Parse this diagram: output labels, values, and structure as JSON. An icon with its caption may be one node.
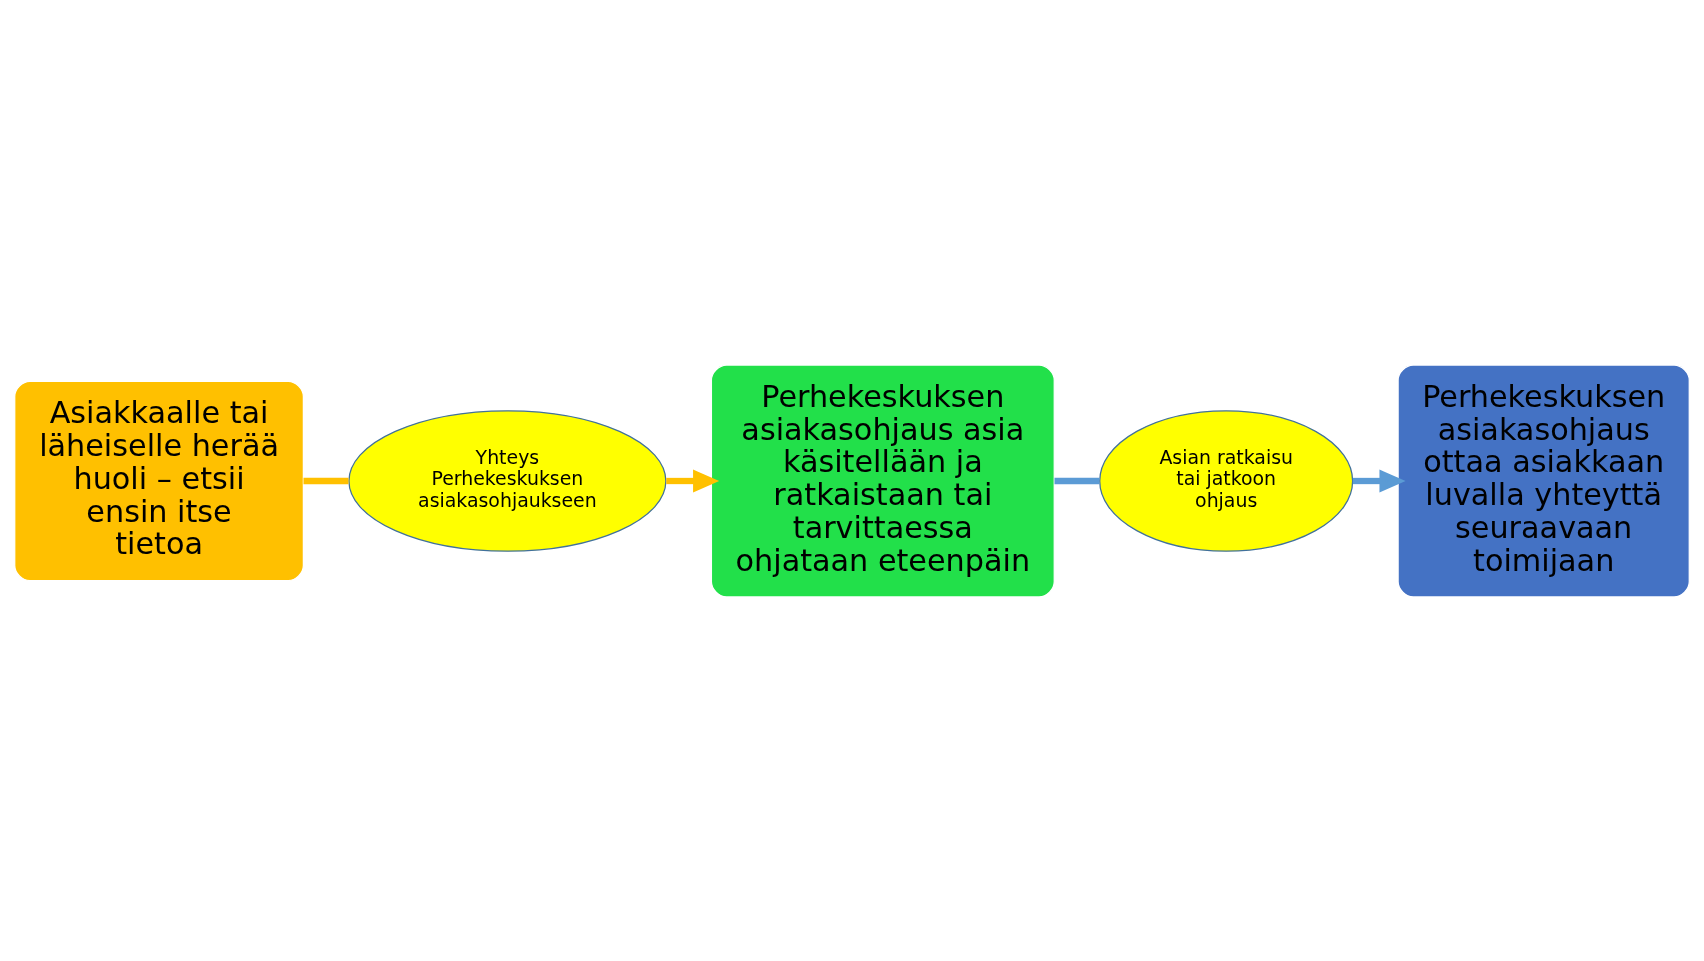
{
  "diagram": {
    "nodes": [
      {
        "text": [
          "Asiakkaalle tai läheiselle herää huoli – etsii ensin itse tietoa"
        ]
      },
      {
        "text": [
          "Yhteys Perhekeskuksen asiakasohjaukseen"
        ]
      },
      {
        "text": [
          "Perhekeskuksen asiakasohjaus asia käsitellään ja ratkaistaan tai tarvittaessa ohjataan eteenpäin"
        ]
      },
      {
        "text": [
          "Asian ratkaisu tai jatkoon ohjaus"
        ]
      },
      {
        "text": [
          "Perhekeskuksen asiakasohjaus ottaa asiakkaan luvalla yhteyttä seuraavaan toimijaan"
        ]
      }
    ],
    "edges": [
      {
        "from": 0,
        "to": 1,
        "arrow": "none",
        "color": "#ffc000"
      },
      {
        "from": 1,
        "to": 2,
        "arrow": "to",
        "color": "#ffc000"
      },
      {
        "from": 2,
        "to": 3,
        "arrow": "none",
        "color": "#5b9bd5"
      },
      {
        "from": 3,
        "to": 4,
        "arrow": "to",
        "color": "#5b9bd5"
      }
    ]
  }
}
